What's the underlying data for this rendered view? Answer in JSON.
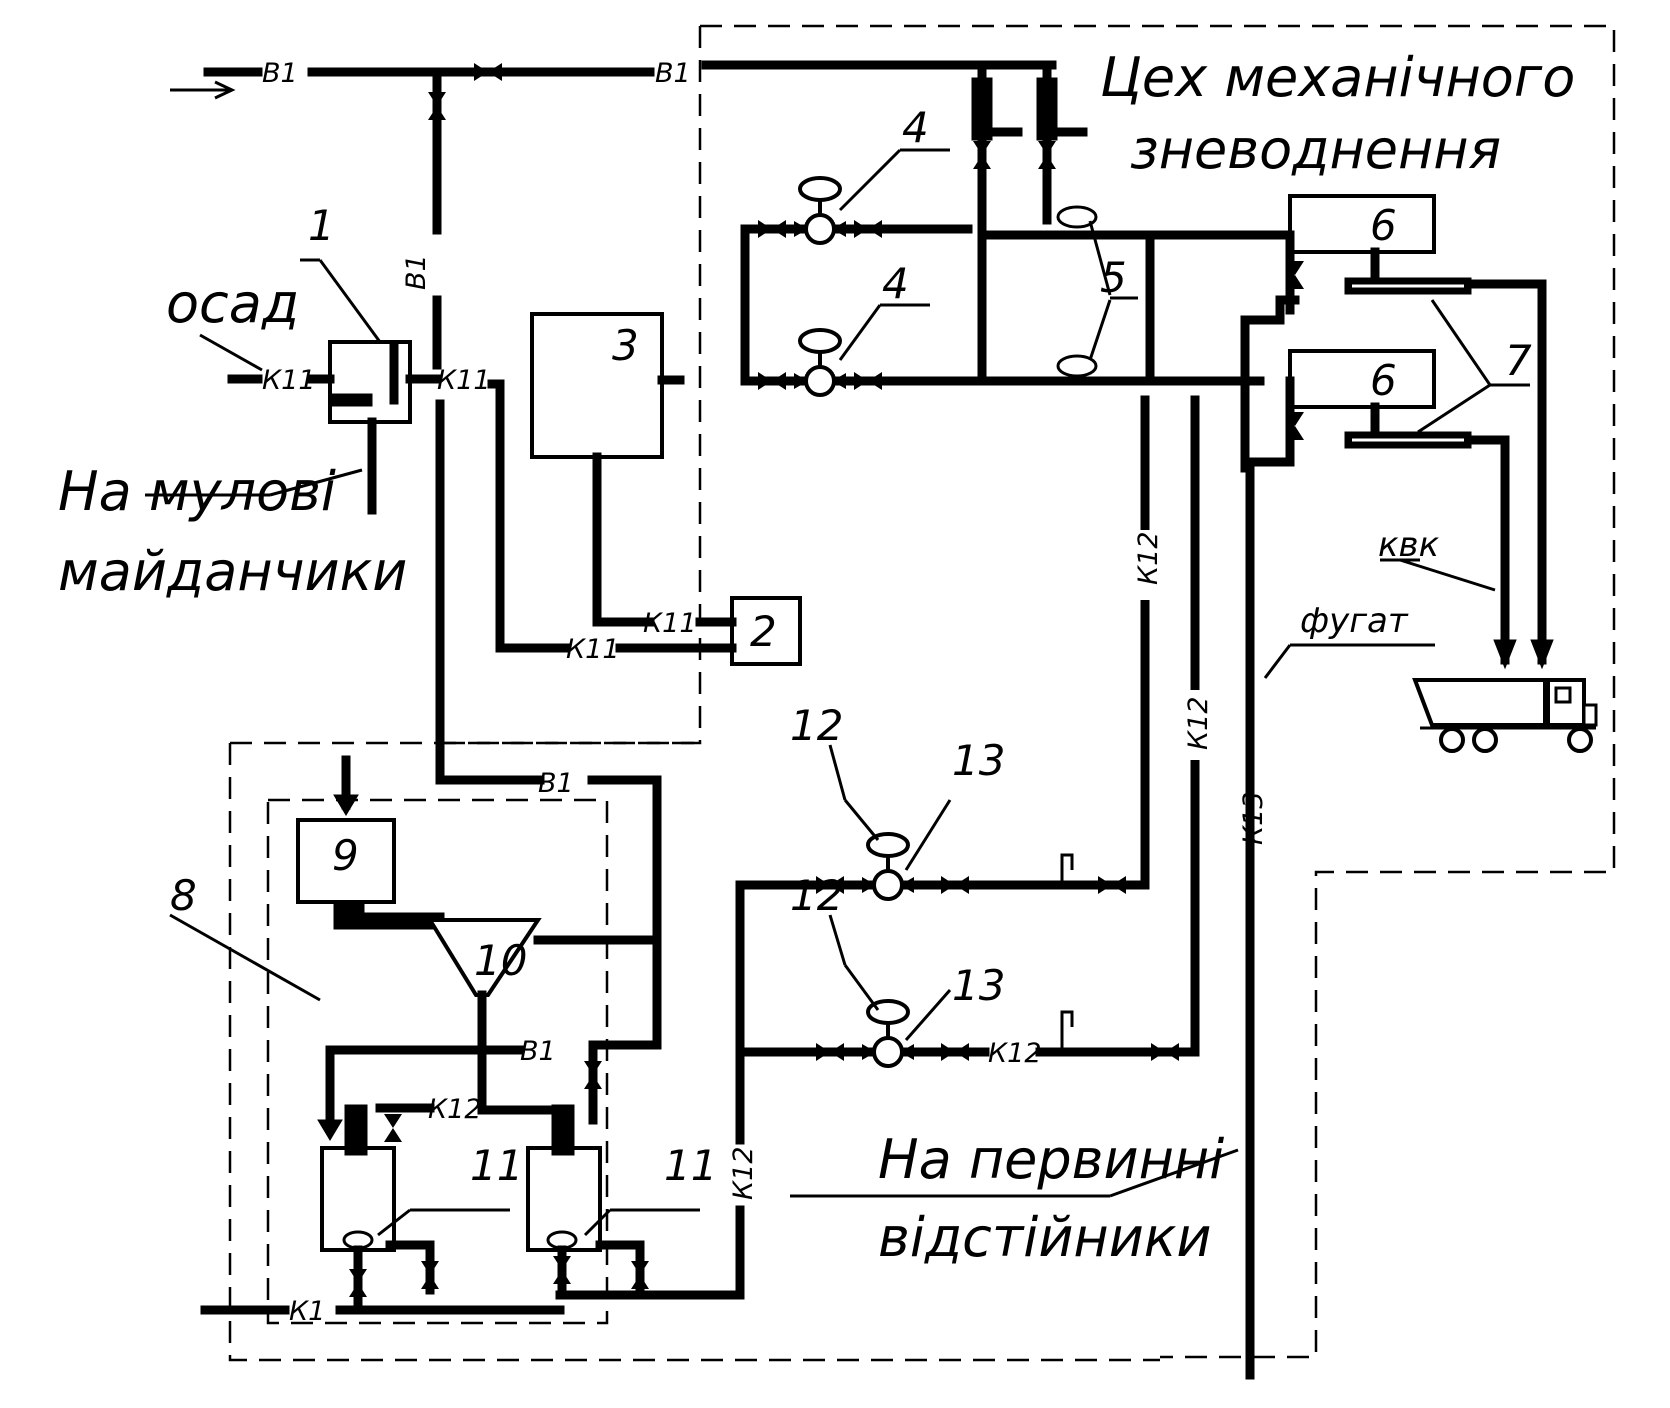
{
  "title": {
    "line1": "Цех механічного",
    "line2": "зневоднення"
  },
  "labels": {
    "sediment": "осад",
    "to_sludge_beds_line1": "На мулові",
    "to_sludge_beds_line2": "майданчики",
    "to_primary_line1": "На первинні",
    "to_primary_line2": "відстійники",
    "cake": "квк",
    "centrate": "фугат"
  },
  "pipes": {
    "water": "В1",
    "sludge": "К11",
    "drain12": "К12",
    "drain13": "К13",
    "sewer": "К1"
  },
  "items": [
    "1",
    "2",
    "3",
    "4",
    "5",
    "6",
    "7",
    "8",
    "9",
    "10",
    "11",
    "12",
    "13"
  ]
}
